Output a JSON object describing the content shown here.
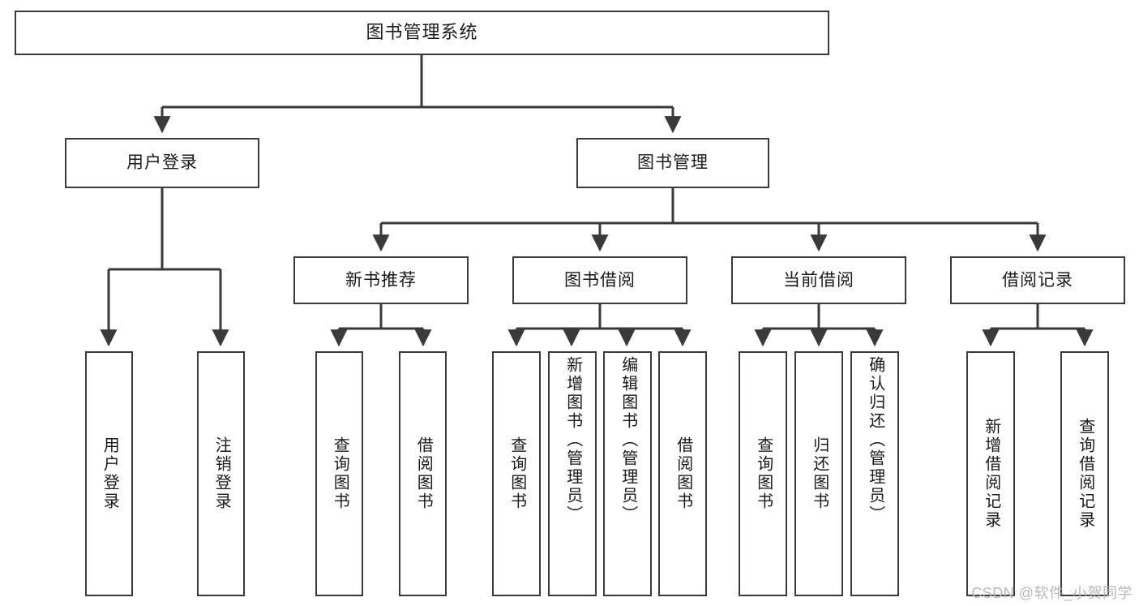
{
  "diagram": {
    "title": "图书管理系统",
    "root": {
      "id": "root",
      "label": "图书管理系统"
    },
    "level2": [
      {
        "id": "user-login",
        "label": "用户登录"
      },
      {
        "id": "book-management",
        "label": "图书管理"
      }
    ],
    "level3": [
      {
        "id": "new-book-recommend",
        "label": "新书推荐"
      },
      {
        "id": "book-borrow",
        "label": "图书借阅"
      },
      {
        "id": "current-borrow",
        "label": "当前借阅"
      },
      {
        "id": "borrow-record",
        "label": "借阅记录"
      }
    ],
    "leaves": [
      {
        "id": "leaf-user-login",
        "label": "用户登录",
        "parent": "用户登录"
      },
      {
        "id": "leaf-logout-login",
        "label": "注销登录",
        "parent": "用户登录"
      },
      {
        "id": "leaf-query-book-1",
        "label": "查询图书",
        "parent": "新书推荐"
      },
      {
        "id": "leaf-borrow-book-1",
        "label": "借阅图书",
        "parent": "新书推荐"
      },
      {
        "id": "leaf-query-book-2",
        "label": "查询图书",
        "parent": "图书借阅"
      },
      {
        "id": "leaf-add-book-admin",
        "label": "新增图书（管理员）",
        "parent": "图书借阅"
      },
      {
        "id": "leaf-edit-book-admin",
        "label": "编辑图书（管理员）",
        "parent": "图书借阅"
      },
      {
        "id": "leaf-borrow-book-2",
        "label": "借阅图书",
        "parent": "图书借阅"
      },
      {
        "id": "leaf-query-book-3",
        "label": "查询图书",
        "parent": "当前借阅"
      },
      {
        "id": "leaf-return-book",
        "label": "归还图书",
        "parent": "当前借阅"
      },
      {
        "id": "leaf-confirm-return-admin",
        "label": "确认归还（管理员）",
        "parent": "当前借阅"
      },
      {
        "id": "leaf-add-borrow-record",
        "label": "新增借阅记录",
        "parent": "借阅记录"
      },
      {
        "id": "leaf-query-borrow-record",
        "label": "查询借阅记录",
        "parent": "借阅记录"
      }
    ],
    "colors": {
      "line": "#3a3a3a",
      "box_border": "#3a3a3a",
      "box_fill": "#ffffff",
      "text": "#1a1a1a",
      "watermark": "#b9b9b9"
    }
  },
  "watermark": {
    "text": "CSDN @软件_小贺同学"
  }
}
